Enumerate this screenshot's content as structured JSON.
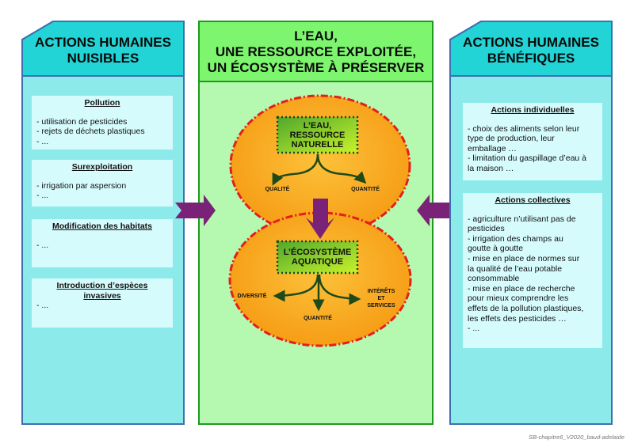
{
  "colors": {
    "side_panel_fill": "#8deaea",
    "side_panel_header": "#22d4d6",
    "side_panel_border": "#3e6fb0",
    "card_fill": "#d6fbfd",
    "center_fill": "#b5f9b0",
    "center_header": "#7ef56f",
    "center_border": "#1e9a1e",
    "ellipse_fill": "#f9ac1c",
    "ellipse_border": "#e41e1e",
    "node_fill": "#74c63a",
    "arrow_purple": "#7a2277",
    "branch_arrow": "#1e4a1a"
  },
  "left_panel": {
    "title_line1": "ACTIONS HUMAINES",
    "title_line2": "NUISIBLES",
    "cards": [
      {
        "title": "Pollution",
        "lines": [
          "- utilisation de pesticides",
          "- rejets de déchets plastiques",
          "- ..."
        ]
      },
      {
        "title": "Surexploitation",
        "lines": [
          "- irrigation par aspersion",
          "- ..."
        ]
      },
      {
        "title": "Modification des habitats",
        "lines": [
          "- ..."
        ]
      },
      {
        "title_line1": "Introduction d’espèces",
        "title_line2": "invasives",
        "lines": [
          "- ..."
        ]
      }
    ]
  },
  "center_panel": {
    "title_line1": "L’EAU,",
    "title_line2": "UNE RESSOURCE EXPLOITÉE,",
    "title_line3": "UN ÉCOSYSTÈME À PRÉSERVER",
    "top_node": {
      "line1": "L’EAU,",
      "line2": "RESSOURCE",
      "line3": "NATURELLE"
    },
    "top_branches": [
      "QUALITÉ",
      "QUANTITÉ"
    ],
    "bottom_node": {
      "line1": "L’ÉCOSYSTÈME",
      "line2": "AQUATIQUE"
    },
    "bottom_branches": {
      "left": "DIVERSITÉ",
      "middle": "QUANTITÉ",
      "right_line1": "INTÉRÊTS",
      "right_line2": "ET",
      "right_line3": "SERVICES"
    }
  },
  "right_panel": {
    "title_line1": "ACTIONS HUMAINES",
    "title_line2": "BÉNÉFIQUES",
    "cards": [
      {
        "title": "Actions individuelles",
        "lines": [
          "- choix des aliments selon leur",
          "type de production, leur",
          "emballage …",
          "- limitation du gaspillage d’eau à",
          "la maison …"
        ]
      },
      {
        "title": "Actions collectives",
        "lines": [
          "- agriculture n’utilisant pas de",
          "pesticides",
          "- irrigation des champs au",
          "goutte à goutte",
          "- mise en place de normes sur",
          "la qualité de l’eau potable",
          "consommable",
          "- mise en place de recherche",
          "pour mieux comprendre les",
          "effets de la pollution plastiques,",
          "les effets des pesticides …",
          "- ..."
        ]
      }
    ]
  },
  "footer": "SB-chapitre6_V2020_baud-adelaide"
}
